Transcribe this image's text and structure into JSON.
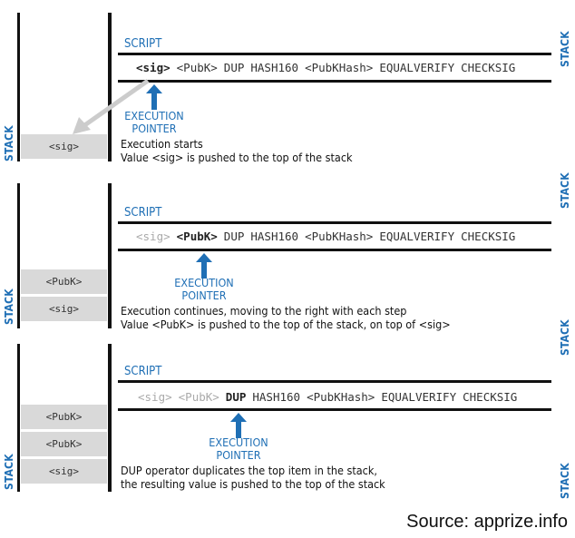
{
  "stack_label": "STACK",
  "script_title": "SCRIPT",
  "exec_pointer": [
    "EXECUTION",
    "POINTER"
  ],
  "colors": {
    "accent": "#1f6fb5",
    "cell": "#d9d9d9",
    "done_token": "#aaaaaa"
  },
  "panels": [
    {
      "tokens": [
        "<sig>",
        "<PubK>",
        "DUP",
        "HASH160",
        "<PubKHash>",
        "EQUALVERIFY",
        "CHECKSIG"
      ],
      "current": 0,
      "stack": [
        "<sig>"
      ],
      "desc": [
        "Execution starts",
        "Value <sig> is pushed to the top of the stack"
      ]
    },
    {
      "tokens": [
        "<sig>",
        "<PubK>",
        "DUP",
        "HASH160",
        "<PubKHash>",
        "EQUALVERIFY",
        "CHECKSIG"
      ],
      "current": 1,
      "stack": [
        "<PubK>",
        "<sig>"
      ],
      "desc": [
        "Execution continues, moving to the right with each step",
        "Value <PubK> is pushed to the top of the stack, on top of <sig>"
      ]
    },
    {
      "tokens": [
        "<sig>",
        "<PubK>",
        "DUP",
        "HASH160",
        "<PubKHash>",
        "EQUALVERIFY",
        "CHECKSIG"
      ],
      "current": 2,
      "stack": [
        "<PubK>",
        "<PubK>",
        "<sig>"
      ],
      "desc": [
        "DUP operator duplicates the top item in the stack,",
        "the resulting value is pushed to the top of the stack"
      ]
    }
  ],
  "source": "Source: apprize.info"
}
